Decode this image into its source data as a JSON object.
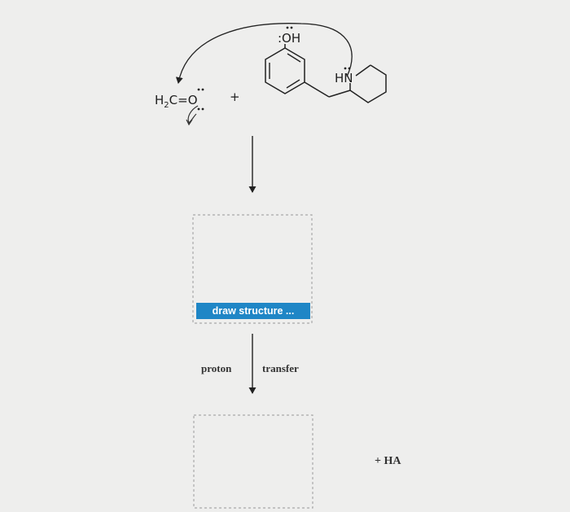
{
  "reactants": {
    "formaldehyde": {
      "h2": "H",
      "sub": "2",
      "c": "C",
      "eq": "=",
      "o": "O"
    },
    "plus": "+",
    "phenol_oh": ":OH",
    "amine_hn": "HN"
  },
  "box1": {
    "button_label": "draw structure ..."
  },
  "step2": {
    "left_label": "proton",
    "right_label": "transfer"
  },
  "byproduct": "+ HA"
}
